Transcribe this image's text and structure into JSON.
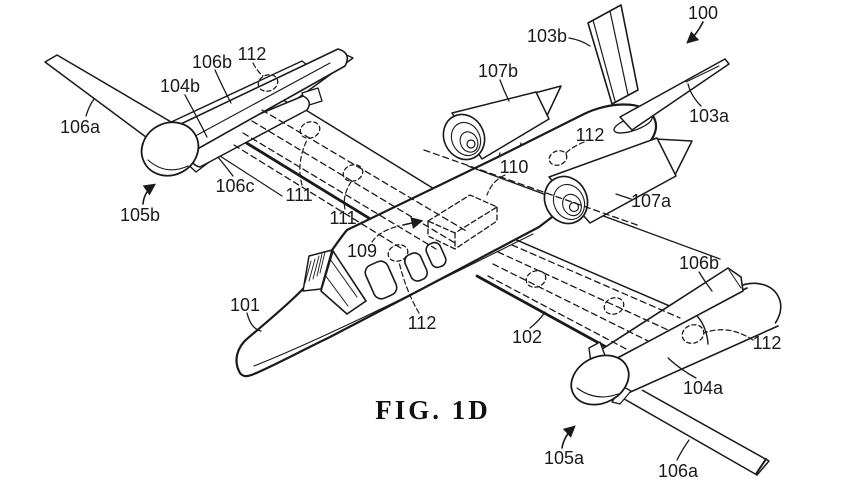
{
  "figure": {
    "caption": "FIG. 1D",
    "type": "patent-line-drawing",
    "colors": {
      "ink": "#1a1a1a",
      "background": "#ffffff"
    }
  },
  "labels": [
    {
      "text": "100"
    },
    {
      "text": "103b"
    },
    {
      "text": "107b"
    },
    {
      "text": "112"
    },
    {
      "text": "106b"
    },
    {
      "text": "104b"
    },
    {
      "text": "106a"
    },
    {
      "text": "106c"
    },
    {
      "text": "105b"
    },
    {
      "text": "111"
    },
    {
      "text": "111"
    },
    {
      "text": "110"
    },
    {
      "text": "112"
    },
    {
      "text": "103a"
    },
    {
      "text": "107a"
    },
    {
      "text": "109"
    },
    {
      "text": "101"
    },
    {
      "text": "112"
    },
    {
      "text": "102"
    },
    {
      "text": "106b"
    },
    {
      "text": "112"
    },
    {
      "text": "104a"
    },
    {
      "text": "105a"
    },
    {
      "text": "106a"
    }
  ]
}
